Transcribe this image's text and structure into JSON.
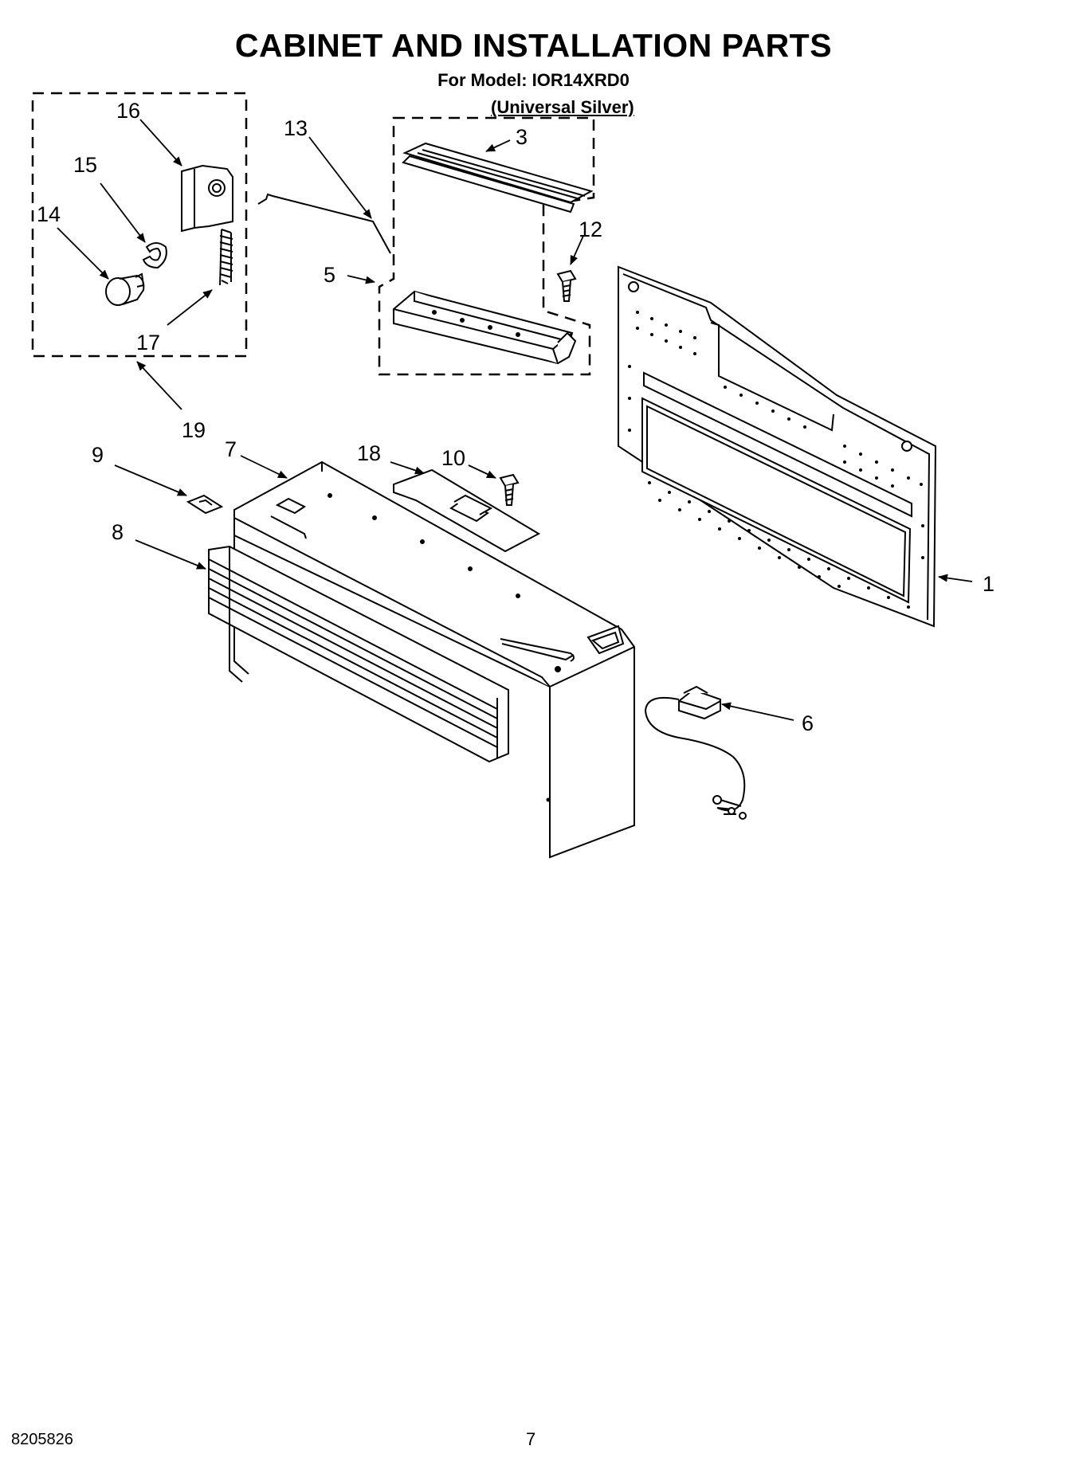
{
  "header": {
    "title": "CABINET AND INSTALLATION PARTS",
    "model_line": "For Model: IOR14XRD0",
    "variant_line": "(Universal Silver)"
  },
  "callouts": {
    "c1": "1",
    "c3": "3",
    "c5": "5",
    "c6": "6",
    "c7": "7",
    "c8": "8",
    "c9": "9",
    "c10": "10",
    "c12": "12",
    "c13": "13",
    "c14": "14",
    "c15": "15",
    "c16": "16",
    "c17": "17",
    "c18": "18",
    "c19": "19"
  },
  "footer": {
    "doc_number": "8205826",
    "page_number": "7"
  }
}
